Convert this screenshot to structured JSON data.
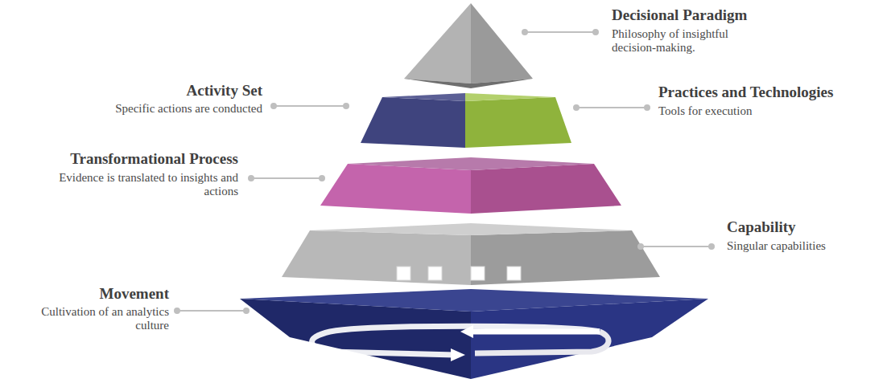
{
  "diagram": {
    "labels": [
      "Decisional Paradigm",
      "Philosophy of insightful decision-making.",
      "Activity Set",
      "Specific actions are conducted",
      "Practices and Technologies",
      "Tools for execution",
      "Transformational Process",
      "Evidence is translated to insights and actions",
      "Capability",
      "Singular capabilities",
      "Movement",
      "Cultivation of an analytics culture"
    ]
  }
}
